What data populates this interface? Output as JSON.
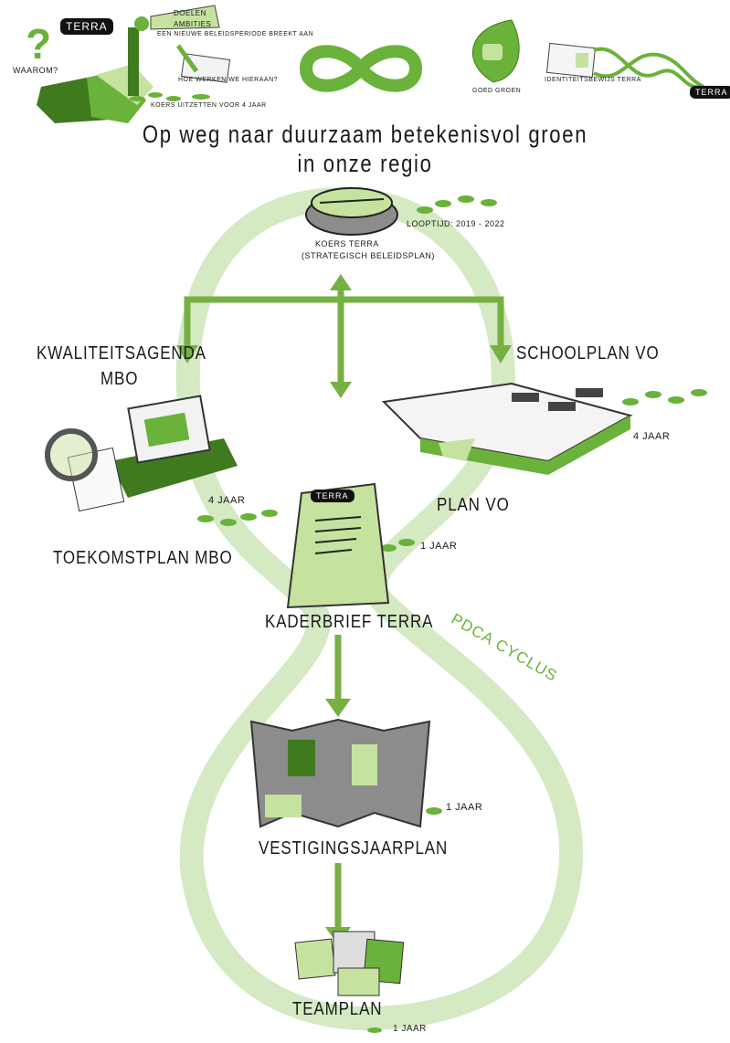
{
  "colors": {
    "loop": "#d5e9c3",
    "arrow": "#76b043",
    "dark_green": "#3f7a1f",
    "mid_green": "#6ab23a",
    "light_green": "#c5e29f",
    "grey": "#8c8c8c"
  },
  "header": {
    "terra_badge": "TERRA",
    "waarom": "Waarom?",
    "doelen": "Doelen",
    "ambities": "Ambities",
    "beleidsperiode": "Een nieuwe beleidsperiode breekt aan",
    "hoe": "Hoe werken we hieraan?",
    "koers_uitzetten": "Koers uitzetten voor 4 jaar",
    "goed_groen": "Goed groen",
    "identiteitsbewijs": "Identiteitsbewijs Terra",
    "dna_badge": "TERRA"
  },
  "title": {
    "line1": "Op weg naar duurzaam betekenisvol groen",
    "line2": "in onze regio"
  },
  "nodes": {
    "koers_terra": "Koers Terra",
    "koers_terra_sub": "(strategisch beleidsplan)",
    "looptijd": "Looptijd: 2019 - 2022",
    "kwaliteitsagenda": "Kwaliteitsagenda",
    "mbo": "MBO",
    "schoolplan_vo": "Schoolplan VO",
    "duration_left": "4 jaar",
    "duration_right": "4 jaar",
    "plan_vo": "Plan VO",
    "toekomstplan": "Toekomstplan MBO",
    "kaderbrief_badge": "TERRA",
    "kaderbrief_duration": "1 jaar",
    "kaderbrief": "Kaderbrief Terra",
    "pdca": "PDCA cyclus",
    "vestigingsjaarplan": "Vestigingsjaarplan",
    "vestiging_duration": "1 jaar",
    "teamplan": "Teamplan",
    "teamplan_duration": "1 jaar"
  }
}
